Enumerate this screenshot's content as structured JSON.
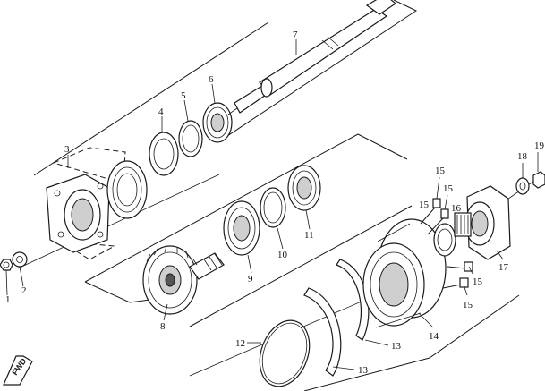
{
  "diagram": {
    "callouts": [
      "1",
      "2",
      "3",
      "4",
      "5",
      "6",
      "7",
      "8",
      "9",
      "10",
      "11",
      "12",
      "13",
      "13",
      "14",
      "15",
      "15",
      "15",
      "15",
      "15",
      "16",
      "17",
      "18",
      "19"
    ],
    "direction_label": "FWD"
  }
}
